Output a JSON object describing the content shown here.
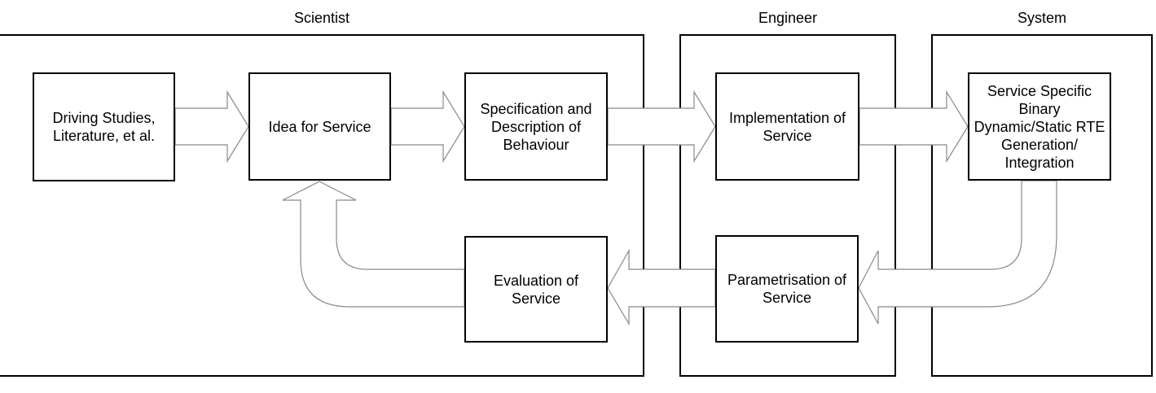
{
  "diagram": {
    "lanes": [
      {
        "label": "Scientist"
      },
      {
        "label": "Engineer"
      },
      {
        "label": "System"
      }
    ],
    "nodes": {
      "driving_studies": "Driving Studies,\nLiterature, et al.",
      "idea": "Idea for Service",
      "specification": "Specification and\nDescription of\nBehaviour",
      "implementation": "Implementation of\nService",
      "rte": "Service Specific\nBinary\nDynamic/Static RTE\nGeneration/\nIntegration",
      "evaluation": "Evaluation of Service",
      "parametrisation": "Parametrisation of\nService"
    },
    "edges": [
      {
        "from": "driving_studies",
        "to": "idea"
      },
      {
        "from": "idea",
        "to": "specification"
      },
      {
        "from": "specification",
        "to": "implementation"
      },
      {
        "from": "implementation",
        "to": "rte"
      },
      {
        "from": "rte",
        "to": "parametrisation"
      },
      {
        "from": "parametrisation",
        "to": "evaluation"
      },
      {
        "from": "evaluation",
        "to": "idea"
      }
    ],
    "colors": {
      "background": "#ffffff",
      "box_border": "#000000",
      "lane_border": "#000000",
      "arrow_outline": "#888888",
      "text": "#000000"
    }
  }
}
